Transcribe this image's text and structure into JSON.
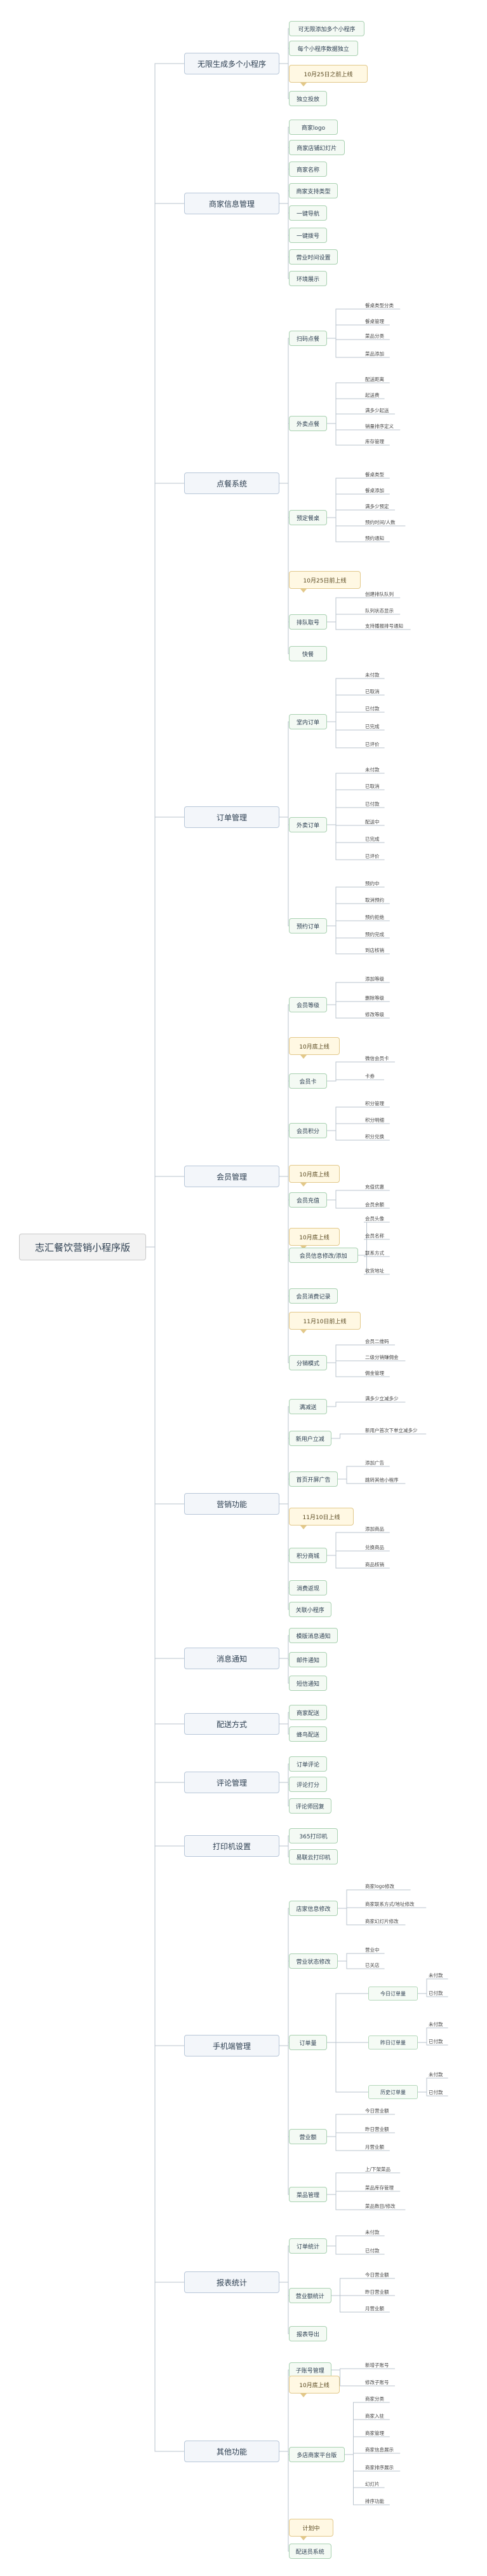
{
  "root": "志汇餐饮营销小程序版",
  "branches": [
    {
      "label": "无限生成多个小程序",
      "children": [
        {
          "label": "可无限添加多个小程序"
        },
        {
          "label": "每个小程序数据独立"
        },
        {
          "label": "10月25日之前上线",
          "note": true
        },
        {
          "label": "独立投放"
        }
      ]
    },
    {
      "label": "商家信息管理",
      "children": [
        {
          "label": "商家logo"
        },
        {
          "label": "商家店铺幻灯片"
        },
        {
          "label": "商家名称"
        },
        {
          "label": "商家支持类型"
        },
        {
          "label": "一键导航"
        },
        {
          "label": "一键拨号"
        },
        {
          "label": "营业时间设置"
        },
        {
          "label": "环境展示"
        }
      ]
    },
    {
      "label": "点餐系统",
      "children": [
        {
          "label": "扫码点餐",
          "children": [
            "餐桌类型分类",
            "餐桌管理",
            "菜品分类",
            "菜品添加"
          ]
        },
        {
          "label": "外卖点餐",
          "children": [
            "配送距离",
            "起送费",
            "满多少起送",
            "销量排序定义",
            "库存管理"
          ]
        },
        {
          "label": "预定餐桌",
          "children": [
            "餐桌类型",
            "餐桌添加",
            "满多少预定",
            "预约时间/人数",
            "预约通知"
          ]
        },
        {
          "label": "10月25日前上线",
          "note": true
        },
        {
          "label": "排队取号",
          "children": [
            "创建排队队列",
            "队列状态显示",
            "支持播报排号通知"
          ]
        },
        {
          "label": "快餐"
        }
      ]
    },
    {
      "label": "订单管理",
      "children": [
        {
          "label": "堂内订单",
          "children": [
            "未付款",
            "已取消",
            "已付款",
            "已完成",
            "已评价"
          ]
        },
        {
          "label": "外卖订单",
          "children": [
            "未付款",
            "已取消",
            "已付款",
            "配送中",
            "已完成",
            "已评价"
          ]
        },
        {
          "label": "预约订单",
          "children": [
            "预约中",
            "取消预约",
            "预约拒绝",
            "预约完成",
            "到店核销"
          ]
        }
      ]
    },
    {
      "label": "会员管理",
      "children": [
        {
          "label": "会员等级",
          "children": [
            "添加等级",
            "删除等级",
            "修改等级"
          ]
        },
        {
          "label": "10月底上线",
          "note": true
        },
        {
          "label": "会员卡",
          "children": [
            "微信会员卡",
            "卡券"
          ]
        },
        {
          "label": "会员积分",
          "children": [
            "积分管理",
            "积分明细",
            "积分兑换"
          ]
        },
        {
          "label": "10月底上线",
          "note": true
        },
        {
          "label": "会员充值",
          "children": [
            "充值优惠",
            "会员余额"
          ]
        },
        {
          "label": "10月底上线",
          "note": true
        },
        {
          "label": "会员信息修改/添加",
          "children": [
            "会员头像",
            "会员名称",
            "联系方式",
            "收货地址"
          ]
        },
        {
          "label": "会员消费记录"
        },
        {
          "label": "11月10日前上线",
          "note": true
        },
        {
          "label": "分销模式",
          "children": [
            "会员二维码",
            "二级分销赚佣金",
            "佣金管理"
          ]
        }
      ]
    },
    {
      "label": "营销功能",
      "children": [
        {
          "label": "满减送",
          "children": [
            "满多少立减多少"
          ]
        },
        {
          "label": "新用户立减",
          "children": [
            "新用户首次下单立减多少"
          ]
        },
        {
          "label": "首页开屏广告",
          "children": [
            "添加广告",
            "跳转其他小程序"
          ]
        },
        {
          "label": "11月10日上线",
          "note": true
        },
        {
          "label": "积分商城",
          "children": [
            "添加商品",
            "兑换商品",
            "商品核销"
          ]
        },
        {
          "label": "消费返现"
        },
        {
          "label": "关联小程序"
        }
      ]
    },
    {
      "label": "消息通知",
      "children": [
        {
          "label": "模版消息通知"
        },
        {
          "label": "邮件通知"
        },
        {
          "label": "短信通知"
        }
      ]
    },
    {
      "label": "配送方式",
      "children": [
        {
          "label": "商家配送"
        },
        {
          "label": "蜂鸟配送"
        }
      ]
    },
    {
      "label": "评论管理",
      "children": [
        {
          "label": "订单评论"
        },
        {
          "label": "评论打分"
        },
        {
          "label": "评论师回复"
        }
      ]
    },
    {
      "label": "打印机设置",
      "children": [
        {
          "label": "365打印机"
        },
        {
          "label": "易联云打印机"
        }
      ]
    },
    {
      "label": "手机端管理",
      "children": [
        {
          "label": "店家信息修改",
          "children": [
            "商家logo修改",
            "商家联系方式/地址修改",
            "商家幻灯片修改"
          ]
        },
        {
          "label": "营业状态修改",
          "children": [
            "营业中",
            "已关店"
          ]
        },
        {
          "label": "订单量",
          "children": [
            {
              "label": "今日订单量",
              "children": [
                "未付款",
                "已付款"
              ]
            },
            {
              "label": "昨日订单量",
              "children": [
                "未付款",
                "已付款"
              ]
            },
            {
              "label": "历史订单量",
              "children": [
                "未付款",
                "已付款"
              ]
            }
          ]
        },
        {
          "label": "营业额",
          "children": [
            "今日营业额",
            "昨日营业额",
            "月营业额"
          ]
        },
        {
          "label": "菜品管理",
          "children": [
            "上/下架菜品",
            "菜品库存管理",
            "菜品数目/修改"
          ]
        }
      ]
    },
    {
      "label": "报表统计",
      "children": [
        {
          "label": "订单统计",
          "children": [
            "未付款",
            "已付款"
          ]
        },
        {
          "label": "营业额统计",
          "children": [
            "今日营业额",
            "昨日营业额",
            "月营业额"
          ]
        },
        {
          "label": "报表导出"
        }
      ]
    },
    {
      "label": "其他功能",
      "children": [
        {
          "label": "子账号管理",
          "children": [
            "新增子账号",
            "修改子账号"
          ]
        },
        {
          "label": "10月底上线",
          "note": true
        },
        {
          "label": "多店商家平台版",
          "children": [
            "商家分类",
            "商家入驻",
            "商家管理",
            "商家信息展示",
            "商家排序展示",
            "幻灯片",
            "排序功能"
          ]
        },
        {
          "label": "计划中",
          "note": true
        },
        {
          "label": "配送员系统"
        }
      ]
    }
  ]
}
